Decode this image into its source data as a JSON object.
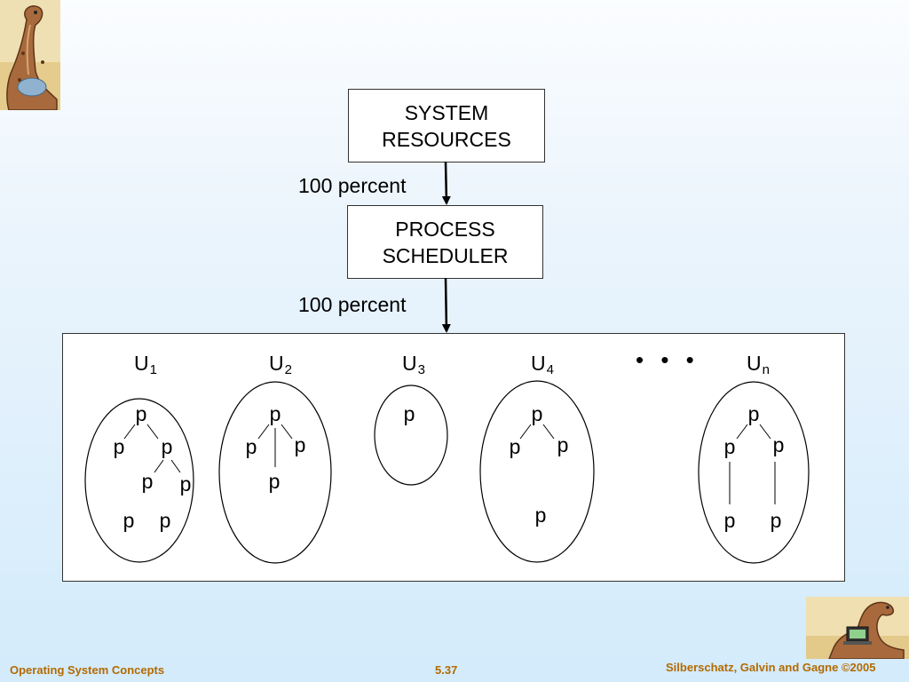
{
  "diagram": {
    "system_resources": [
      "SYSTEM",
      "RESOURCES"
    ],
    "process_scheduler": [
      "PROCESS",
      "SCHEDULER"
    ],
    "edge_label_top": "100 percent",
    "edge_label_bottom": "100 percent",
    "users": [
      {
        "base": "U",
        "sub": "1"
      },
      {
        "base": "U",
        "sub": "2"
      },
      {
        "base": "U",
        "sub": "3"
      },
      {
        "base": "U",
        "sub": "4"
      },
      {
        "base": "U",
        "sub": "n"
      }
    ],
    "ellipsis": "• • •",
    "process_label": "p"
  },
  "footer": {
    "left": "Operating System Concepts",
    "center": "5.37",
    "right": "Silberschatz, Galvin and Gagne ©2005"
  },
  "colors": {
    "footer_text": "#b36a00",
    "line": "#000000",
    "box_border": "#333333"
  },
  "icons": [
    "dinosaur-logo-top-left",
    "dinosaur-laptop-logo-bottom-right"
  ]
}
